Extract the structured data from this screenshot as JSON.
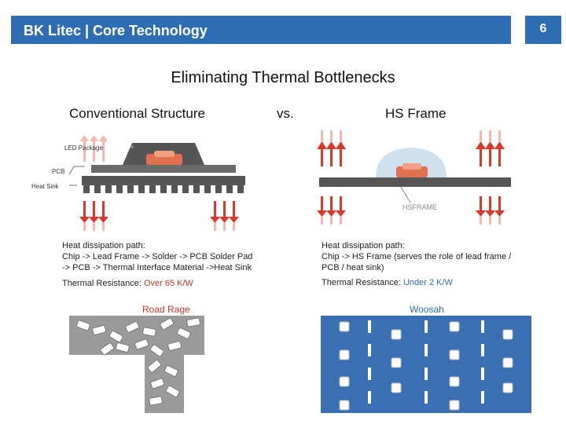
{
  "header": {
    "title": "BK Litec | Core Technology",
    "page_number": "6"
  },
  "main_title": "Eliminating Thermal Bottlenecks",
  "columns": {
    "left_title": "Conventional Structure",
    "vs": "vs.",
    "right_title": "HS Frame"
  },
  "left_diagram": {
    "label_led": "LED Package",
    "label_pcb": "PCB",
    "label_heatsink": "Heat Sink"
  },
  "right_diagram": {
    "label_frame": "HSFRAME"
  },
  "left_text": {
    "path_title": "Heat dissipation path:",
    "path_line1": "Chip -> Lead Frame -> Solder -> PCB Solder Pad",
    "path_line2": "-> PCB -> Thermal Interface Material ->Heat Sink",
    "resistance_label": "Thermal Resistance:",
    "resistance_value": "Over 65 K/W"
  },
  "right_text": {
    "path_title": "Heat dissipation path:",
    "path_line1": "Chip -> HS Frame (serves the role of lead frame /",
    "path_line2": "PCB / heat sink)",
    "resistance_label": "Thermal Resistance:",
    "resistance_value": "Under 2 K/W"
  },
  "left_caption": "Road Rage",
  "right_caption": "Woosah",
  "colors": {
    "header_bg": "#2f6db3",
    "arrow_red": "#d63a2a",
    "arrow_pink": "#f2b8ae",
    "led_orange": "#e07050",
    "road_grey": "#9a9a9a",
    "road_blue": "#3b6fb3",
    "value_red": "#c0392b"
  }
}
